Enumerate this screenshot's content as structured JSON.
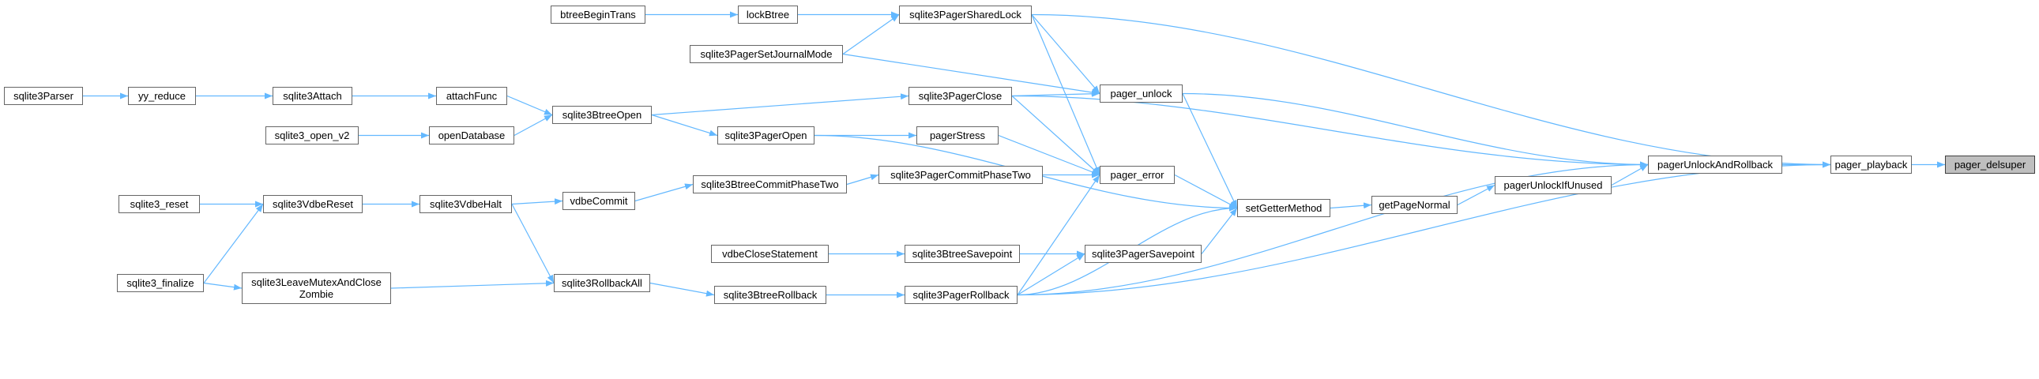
{
  "graph": {
    "title": "",
    "focus_node": "pager_delsuper",
    "edge_color": "#63b8ff",
    "node_border_color": "#666666",
    "focus_fill_color": "#bfbfbf",
    "nodes": {
      "pager_delsuper": "pager_delsuper",
      "pager_playback": "pager_playback",
      "pagerUnlockAndRollback": "pagerUnlockAndRollback",
      "pagerUnlockIfUnused": "pagerUnlockIfUnused",
      "getPageNormal": "getPageNormal",
      "setGetterMethod": "setGetterMethod",
      "pager_unlock": "pager_unlock",
      "pager_error": "pager_error",
      "sqlite3PagerSavepoint": "sqlite3PagerSavepoint",
      "sqlite3PagerSharedLock": "sqlite3PagerSharedLock",
      "sqlite3PagerSetJournalMode": "sqlite3PagerSetJournalMode",
      "sqlite3PagerClose": "sqlite3PagerClose",
      "sqlite3PagerOpen": "sqlite3PagerOpen",
      "pagerStress": "pagerStress",
      "sqlite3PagerCommitPhaseTwo": "sqlite3PagerCommitPhaseTwo",
      "sqlite3BtreeSavepoint": "sqlite3BtreeSavepoint",
      "sqlite3PagerRollback": "sqlite3PagerRollback",
      "lockBtree": "lockBtree",
      "btreeBeginTrans": "btreeBeginTrans",
      "sqlite3BtreeOpen": "sqlite3BtreeOpen",
      "attachFunc": "attachFunc",
      "openDatabase": "openDatabase",
      "sqlite3Attach": "sqlite3Attach",
      "sqlite3_open_v2": "sqlite3_open_v2",
      "yy_reduce": "yy_reduce",
      "sqlite3Parser": "sqlite3Parser",
      "sqlite3BtreeCommitPhaseTwo": "sqlite3BtreeCommitPhaseTwo",
      "vdbeCommit": "vdbeCommit",
      "sqlite3VdbeHalt": "sqlite3VdbeHalt",
      "sqlite3VdbeReset": "sqlite3VdbeReset",
      "sqlite3_reset": "sqlite3_reset",
      "sqlite3_finalize": "sqlite3_finalize",
      "sqlite3RollbackAll": "sqlite3RollbackAll",
      "sqlite3LeaveMutexAndCloseZombie": "sqlite3LeaveMutexAndClose\nZombie",
      "sqlite3BtreeRollback": "sqlite3BtreeRollback",
      "vdbeCloseStatement": "vdbeCloseStatement"
    },
    "edges": [
      [
        "pager_playback",
        "pager_delsuper"
      ],
      [
        "pagerUnlockAndRollback",
        "pager_playback"
      ],
      [
        "sqlite3PagerSharedLock",
        "pager_playback"
      ],
      [
        "sqlite3PagerRollback",
        "pager_playback"
      ],
      [
        "pager_unlock",
        "pagerUnlockAndRollback"
      ],
      [
        "pagerUnlockIfUnused",
        "pagerUnlockAndRollback"
      ],
      [
        "sqlite3PagerClose",
        "pagerUnlockAndRollback"
      ],
      [
        "sqlite3PagerRollback",
        "pagerUnlockAndRollback"
      ],
      [
        "getPageNormal",
        "pagerUnlockIfUnused"
      ],
      [
        "setGetterMethod",
        "getPageNormal"
      ],
      [
        "pager_unlock",
        "setGetterMethod"
      ],
      [
        "pager_error",
        "setGetterMethod"
      ],
      [
        "sqlite3PagerOpen",
        "setGetterMethod"
      ],
      [
        "sqlite3PagerSavepoint",
        "setGetterMethod"
      ],
      [
        "sqlite3PagerRollback",
        "setGetterMethod"
      ],
      [
        "sqlite3PagerSharedLock",
        "pager_unlock"
      ],
      [
        "sqlite3PagerSetJournalMode",
        "pager_unlock"
      ],
      [
        "sqlite3PagerClose",
        "pager_unlock"
      ],
      [
        "sqlite3PagerSharedLock",
        "pager_error"
      ],
      [
        "sqlite3PagerClose",
        "pager_error"
      ],
      [
        "pagerStress",
        "pager_error"
      ],
      [
        "sqlite3PagerCommitPhaseTwo",
        "pager_error"
      ],
      [
        "sqlite3PagerRollback",
        "pager_error"
      ],
      [
        "sqlite3BtreeSavepoint",
        "sqlite3PagerSavepoint"
      ],
      [
        "sqlite3PagerRollback",
        "sqlite3PagerSavepoint"
      ],
      [
        "lockBtree",
        "sqlite3PagerSharedLock"
      ],
      [
        "sqlite3PagerSetJournalMode",
        "sqlite3PagerSharedLock"
      ],
      [
        "btreeBeginTrans",
        "lockBtree"
      ],
      [
        "sqlite3BtreeOpen",
        "sqlite3PagerClose"
      ],
      [
        "sqlite3BtreeOpen",
        "sqlite3PagerOpen"
      ],
      [
        "sqlite3PagerOpen",
        "pagerStress"
      ],
      [
        "sqlite3BtreeCommitPhaseTwo",
        "sqlite3PagerCommitPhaseTwo"
      ],
      [
        "vdbeCloseStatement",
        "sqlite3BtreeSavepoint"
      ],
      [
        "sqlite3BtreeRollback",
        "sqlite3PagerRollback"
      ],
      [
        "attachFunc",
        "sqlite3BtreeOpen"
      ],
      [
        "openDatabase",
        "sqlite3BtreeOpen"
      ],
      [
        "sqlite3Attach",
        "attachFunc"
      ],
      [
        "sqlite3_open_v2",
        "openDatabase"
      ],
      [
        "yy_reduce",
        "sqlite3Attach"
      ],
      [
        "sqlite3Parser",
        "yy_reduce"
      ],
      [
        "vdbeCommit",
        "sqlite3BtreeCommitPhaseTwo"
      ],
      [
        "sqlite3VdbeHalt",
        "vdbeCommit"
      ],
      [
        "sqlite3VdbeHalt",
        "sqlite3RollbackAll"
      ],
      [
        "sqlite3VdbeReset",
        "sqlite3VdbeHalt"
      ],
      [
        "sqlite3_reset",
        "sqlite3VdbeReset"
      ],
      [
        "sqlite3_finalize",
        "sqlite3VdbeReset"
      ],
      [
        "sqlite3_finalize",
        "sqlite3LeaveMutexAndCloseZombie"
      ],
      [
        "sqlite3LeaveMutexAndCloseZombie",
        "sqlite3RollbackAll"
      ],
      [
        "sqlite3RollbackAll",
        "sqlite3BtreeRollback"
      ]
    ]
  }
}
